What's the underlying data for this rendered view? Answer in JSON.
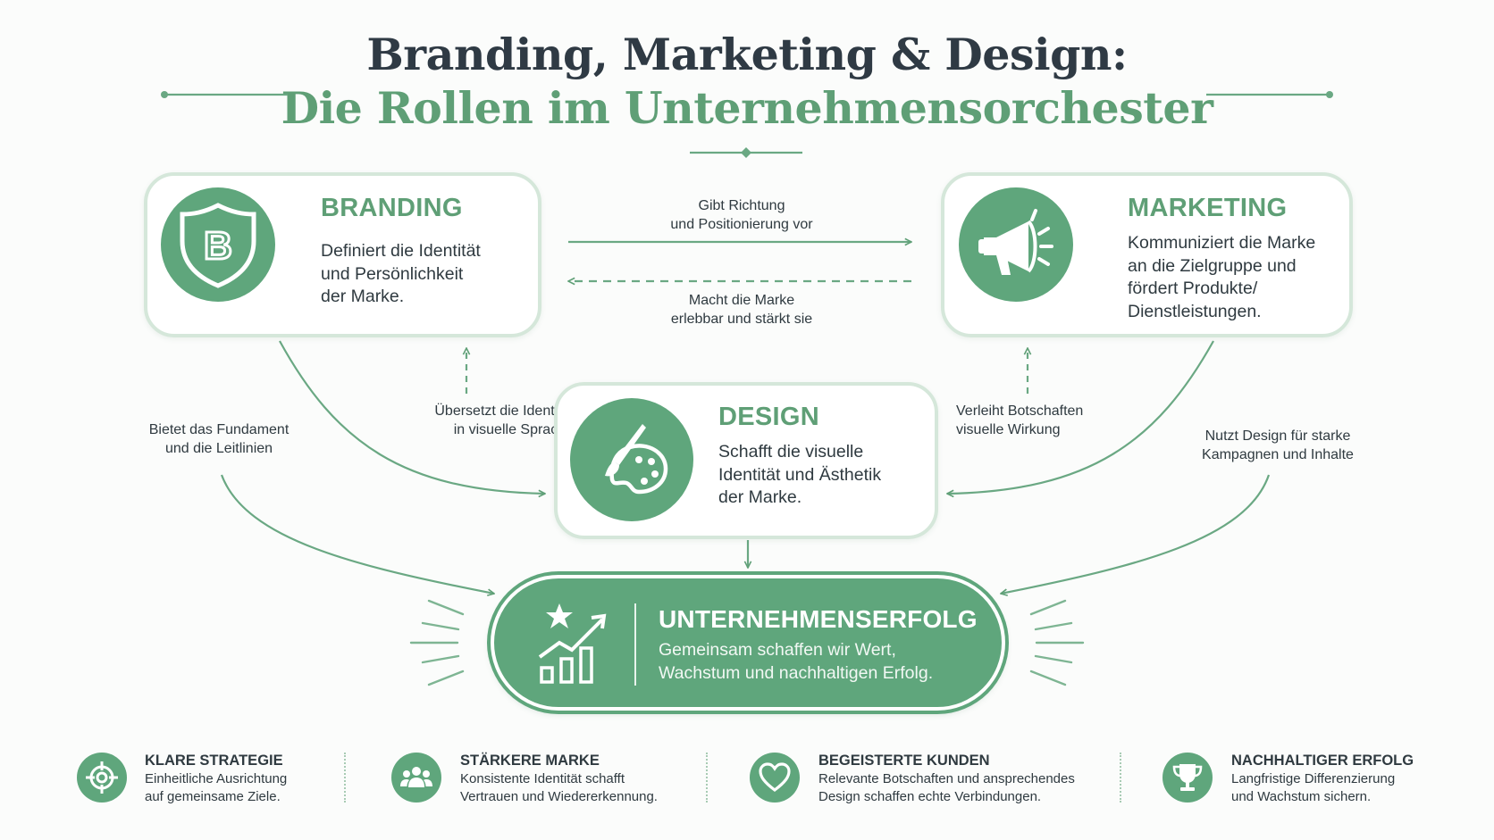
{
  "title": {
    "line1": "Branding, Marketing & Design:",
    "line2": "Die Rollen im Unternehmensorchester"
  },
  "colors": {
    "accent": "#5fa67c",
    "accent_light": "#d5e7da",
    "heading_dark": "#2f3a44",
    "text": "#2f3a40"
  },
  "nodes": {
    "branding": {
      "title": "BRANDING",
      "desc": [
        "Definiert die Identität",
        "und Persönlichkeit",
        "der Marke."
      ],
      "icon": "shield-b-icon"
    },
    "marketing": {
      "title": "MARKETING",
      "desc": [
        "Kommuniziert die Marke",
        "an die Zielgruppe und",
        "fördert Produkte/",
        "Dienstleistungen."
      ],
      "icon": "megaphone-icon"
    },
    "design": {
      "title": "DESIGN",
      "desc": [
        "Schafft die visuelle",
        "Identität und Ästhetik",
        "der Marke."
      ],
      "icon": "palette-brush-icon"
    },
    "success": {
      "title": "UNTERNEHMENSERFOLG",
      "desc": [
        "Gemeinsam schaffen wir Wert,",
        "Wachstum und nachhaltigen Erfolg."
      ],
      "icon": "growth-chart-star-icon"
    }
  },
  "edges": [
    {
      "from": "branding",
      "to": "marketing",
      "style": "solid",
      "label": [
        "Gibt Richtung",
        "und Positionierung vor"
      ]
    },
    {
      "from": "marketing",
      "to": "branding",
      "style": "dashed",
      "label": [
        "Macht die Marke",
        "erlebbar und stärkt sie"
      ]
    },
    {
      "from": "design",
      "to": "branding",
      "style": "dashed",
      "label": [
        "Übersetzt die Identität",
        "in visuelle Sprache"
      ]
    },
    {
      "from": "design",
      "to": "marketing",
      "style": "dashed",
      "label": [
        "Verleiht Botschaften",
        "visuelle Wirkung"
      ]
    },
    {
      "from": "branding",
      "to": "success",
      "style": "solid",
      "label": [
        "Bietet das Fundament",
        "und die Leitlinien"
      ]
    },
    {
      "from": "marketing",
      "to": "success",
      "style": "solid",
      "label": [
        "Nutzt Design für starke",
        "Kampagnen und Inhalte"
      ]
    },
    {
      "from": "branding",
      "to": "design",
      "style": "solid",
      "label": []
    },
    {
      "from": "marketing",
      "to": "design",
      "style": "solid",
      "label": []
    },
    {
      "from": "design",
      "to": "success",
      "style": "solid",
      "label": []
    }
  ],
  "footer": [
    {
      "title": "KLARE STRATEGIE",
      "desc": [
        "Einheitliche Ausrichtung",
        "auf gemeinsame Ziele."
      ],
      "icon": "target-icon"
    },
    {
      "title": "STÄRKERE MARKE",
      "desc": [
        "Konsistente Identität schafft",
        "Vertrauen und Wiedererkennung."
      ],
      "icon": "people-group-icon"
    },
    {
      "title": "BEGEISTERTE KUNDEN",
      "desc": [
        "Relevante Botschaften und ansprechendes",
        "Design schaffen echte Verbindungen."
      ],
      "icon": "heart-icon"
    },
    {
      "title": "NACHHALTIGER ERFOLG",
      "desc": [
        "Langfristige Differenzierung",
        "und Wachstum sichern."
      ],
      "icon": "trophy-icon"
    }
  ]
}
